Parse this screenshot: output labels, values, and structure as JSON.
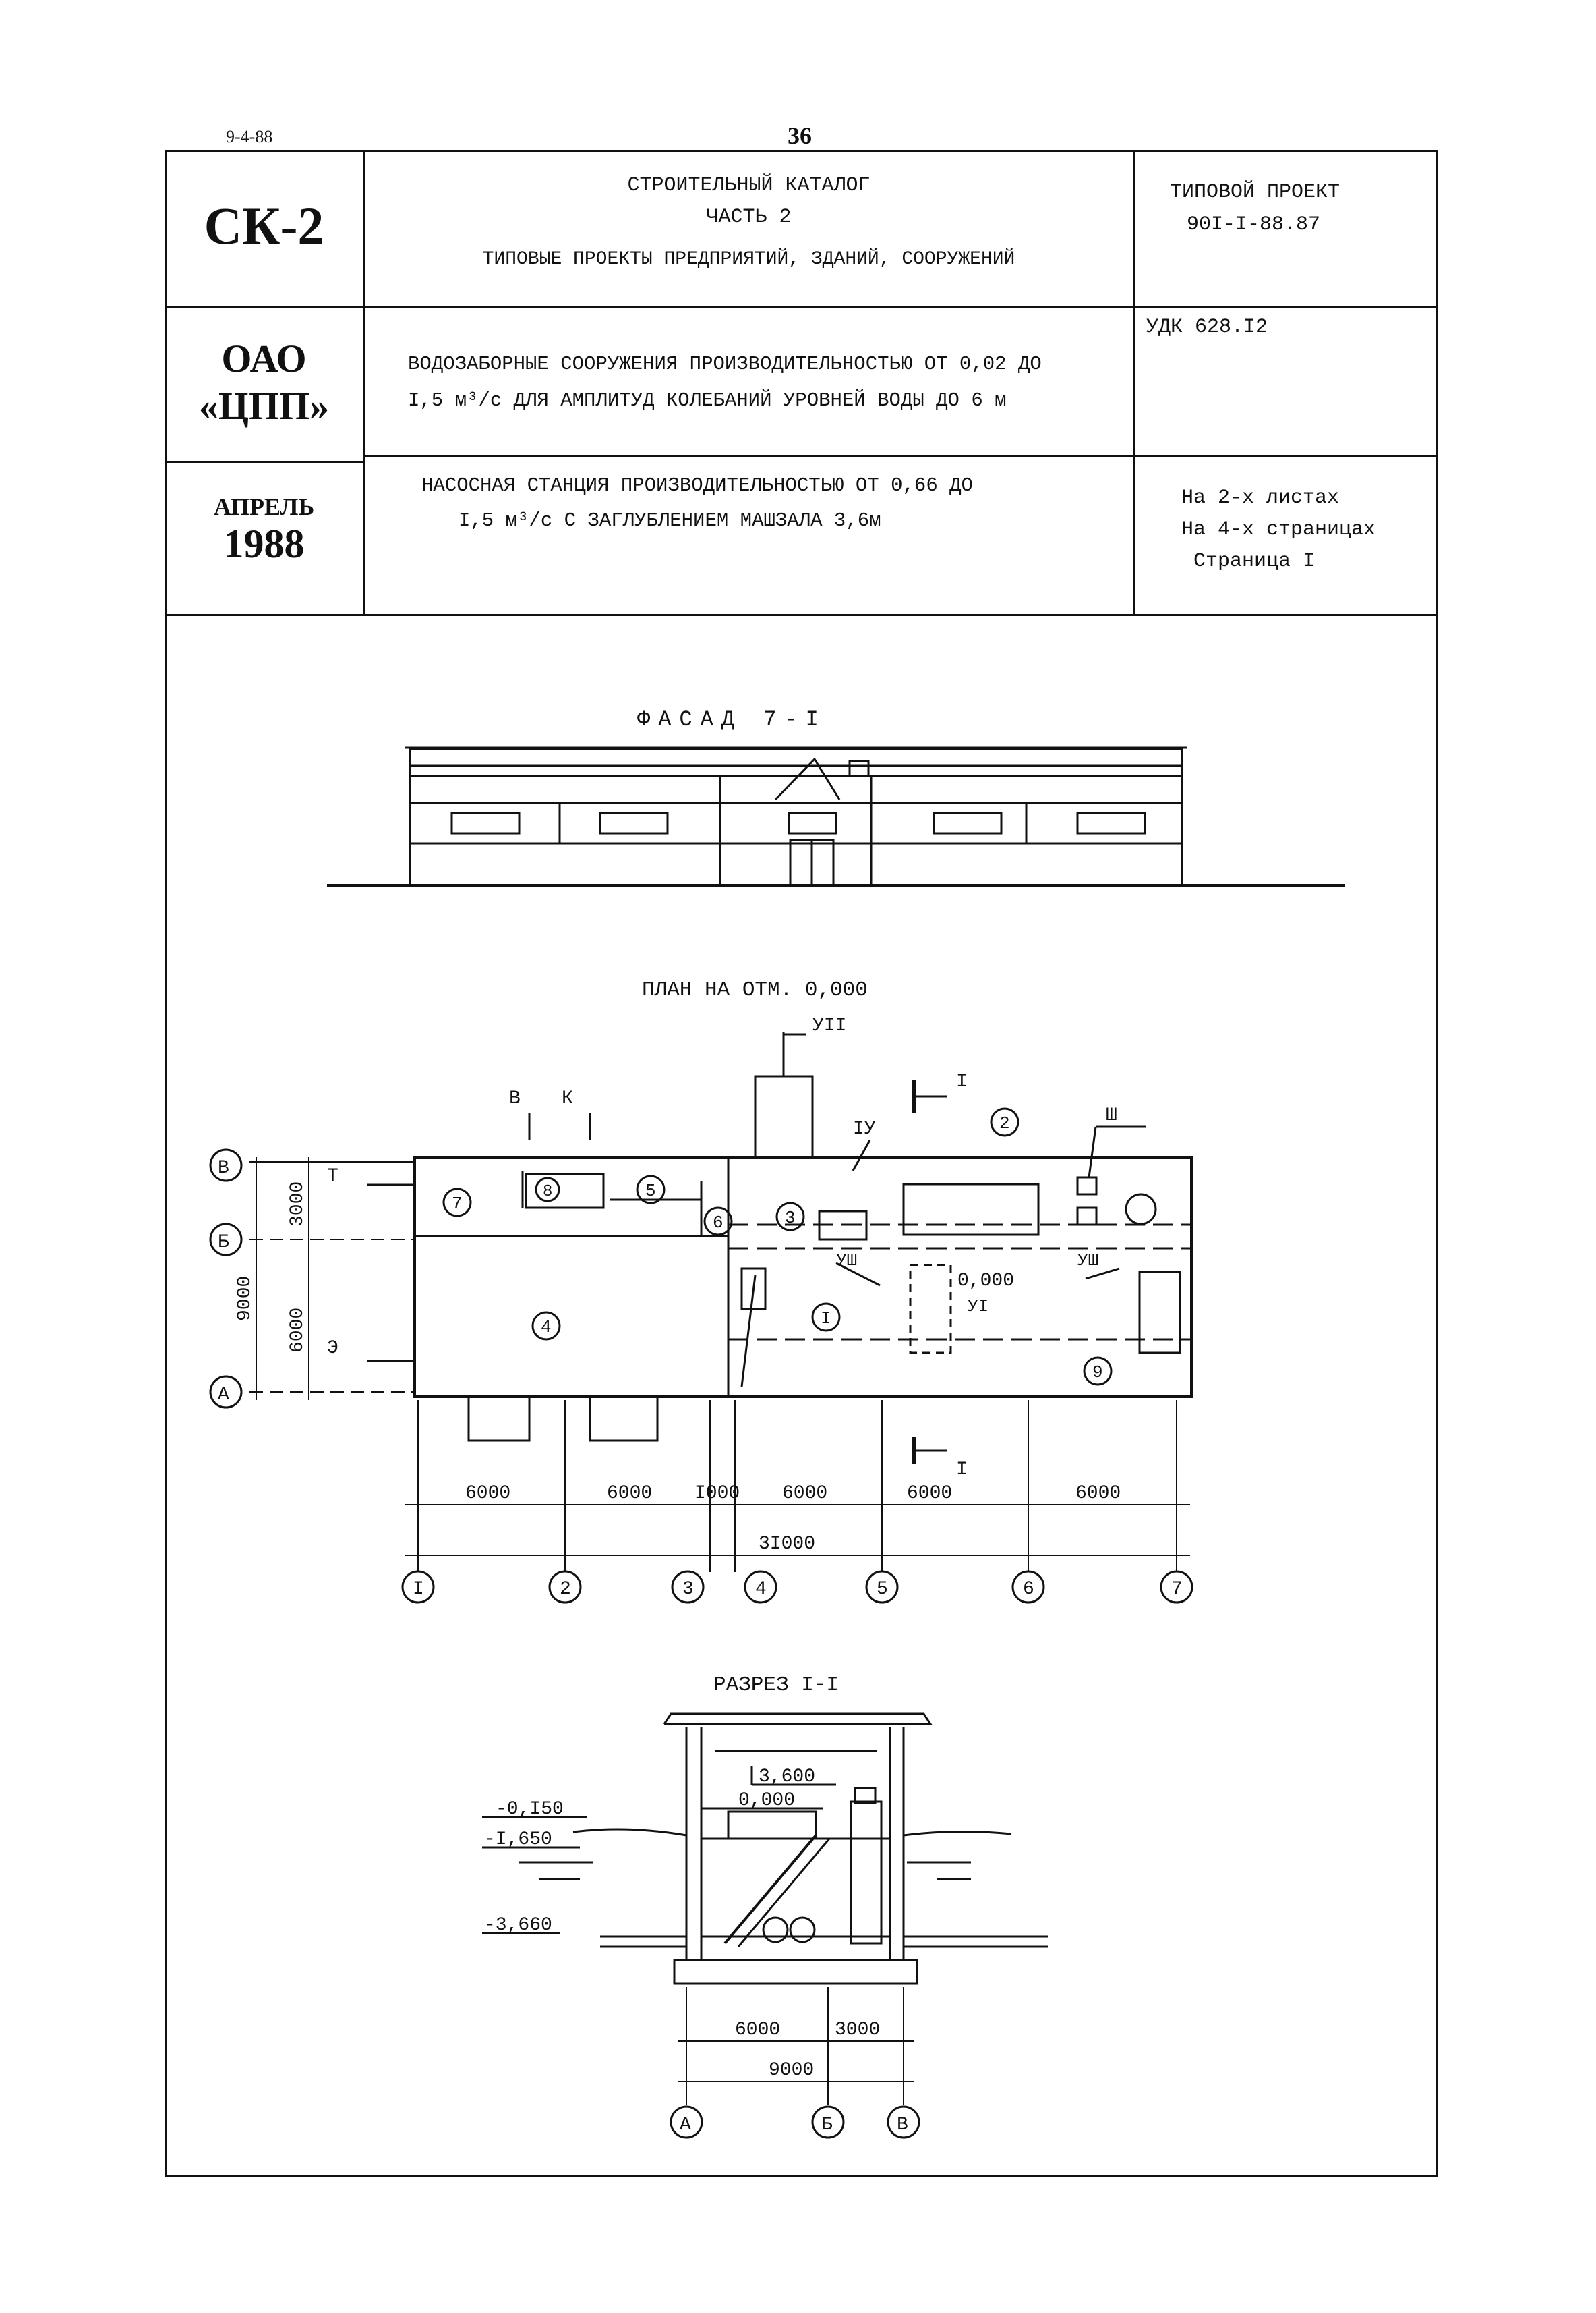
{
  "page": {
    "date": "9-4-88",
    "number": "36"
  },
  "header": {
    "code": "СК-2",
    "org_line1": "ОАО",
    "org_line2": "«ЦПП»",
    "month": "АПРЕЛЬ",
    "year": "1988",
    "catalog_title": "СТРОИТЕЛЬНЫЙ  КАТАЛОГ",
    "catalog_part": "ЧАСТЬ 2",
    "catalog_subtitle": "ТИПОВЫЕ ПРОЕКТЫ ПРЕДПРИЯТИЙ, ЗДАНИЙ, СООРУЖЕНИЙ",
    "project_label": "ТИПОВОЙ ПРОЕКТ",
    "project_number": "90I-I-88.87",
    "udk": "УДК 628.I2",
    "description_line1": "ВОДОЗАБОРНЫЕ СООРУЖЕНИЯ ПРОИЗВОДИТЕЛЬНОСТЬЮ ОТ 0,02 ДО",
    "description_line2": "I,5 м³/с ДЛЯ АМПЛИТУД КОЛЕБАНИЙ УРОВНЕЙ ВОДЫ ДО 6 м",
    "object_line1": "НАСОСНАЯ СТАНЦИЯ ПРОИЗВОДИТЕЛЬНОСТЬЮ ОТ 0,66 ДО",
    "object_line2": "I,5 м³/с С ЗАГЛУБЛЕНИЕМ МАШЗАЛА 3,6м",
    "sheets": "На 2-х листах",
    "pages": "На 4-х страницах",
    "page_label": "Страница I"
  },
  "drawings": {
    "facade_title": "ФАСАД 7-I",
    "plan_title": "ПЛАН НА ОТМ. 0,000",
    "section_title": "РАЗРЕЗ I-I",
    "plan": {
      "row_axes": [
        "В",
        "Б",
        "А"
      ],
      "row_dims": [
        "3000",
        "6000",
        "9000"
      ],
      "col_axes": [
        "I",
        "2",
        "3",
        "4",
        "5",
        "6",
        "7"
      ],
      "col_dims": [
        "6000",
        "6000",
        "I000",
        "6000",
        "6000",
        "6000"
      ],
      "total_dim": "3I000",
      "room_numbers": [
        "7",
        "8",
        "5",
        "6",
        "4",
        "3",
        "2",
        "I",
        "9"
      ],
      "labels": {
        "t": "Т",
        "e": "Э",
        "v": "В",
        "k": "К",
        "sec_top": "I",
        "sec_bot": "I",
        "vii": "УII",
        "iv": "IУ",
        "iii": "Ш",
        "viii_a": "УШ",
        "viii_b": "УШ",
        "vi": "УI",
        "level": "0,000"
      }
    },
    "section": {
      "levels": [
        "3,600",
        "0,000",
        "-0,I50",
        "-I,650",
        "-3,660"
      ],
      "dims": [
        "6000",
        "3000",
        "9000"
      ],
      "axes": [
        "А",
        "Б",
        "В"
      ]
    }
  }
}
